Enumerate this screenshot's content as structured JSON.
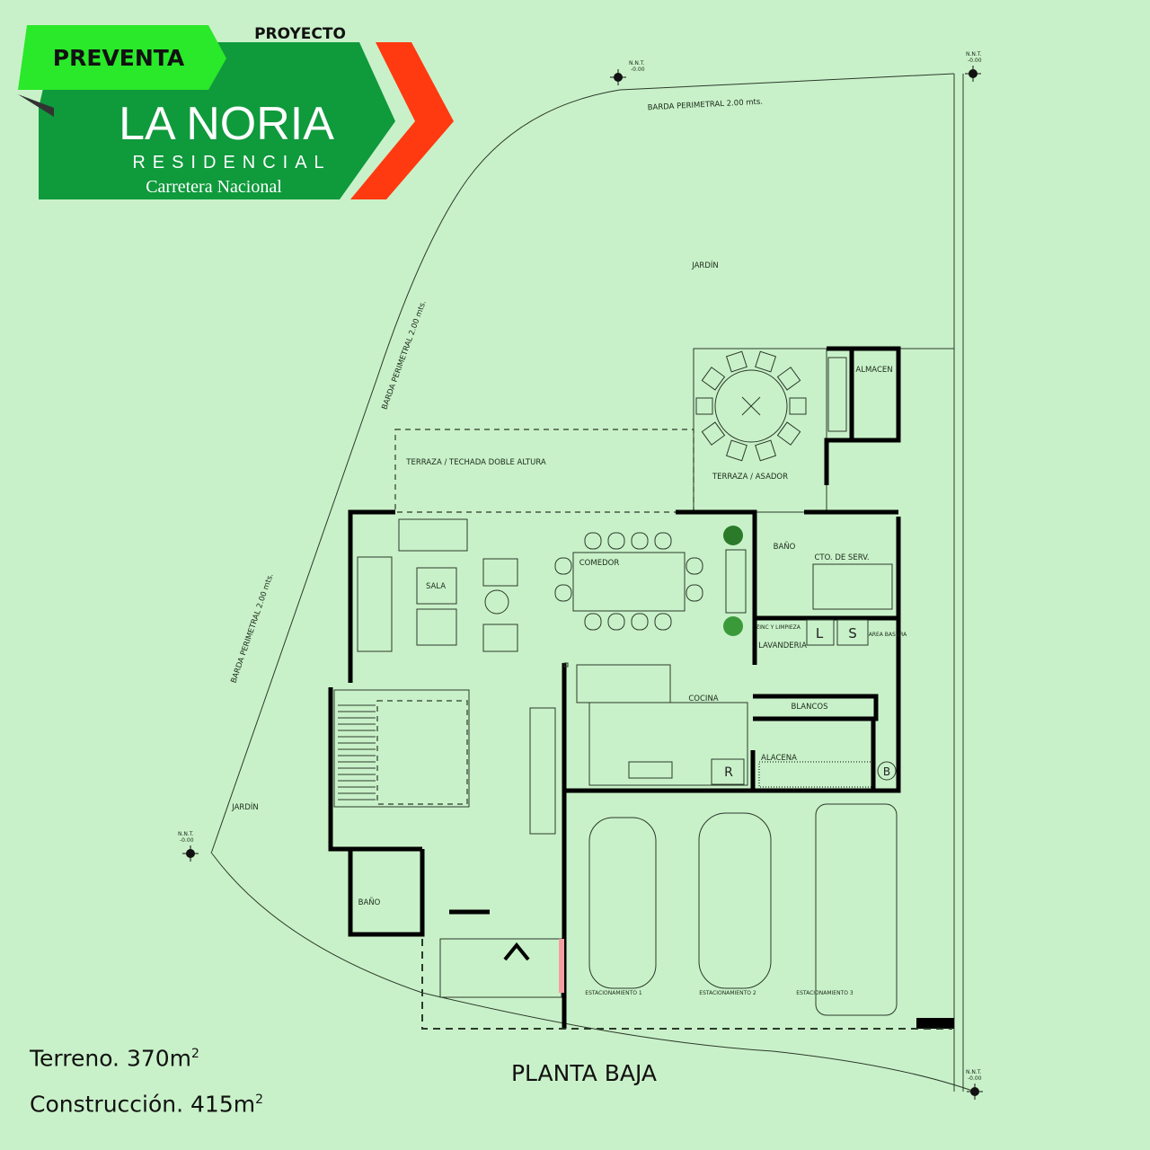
{
  "logo": {
    "preventa": "PREVENTA",
    "proyecto": "PROYECTO",
    "name": "LA NORIA",
    "subtitle": "RESIDENCIAL",
    "location": "Carretera Nacional",
    "colors": {
      "light_green": "#22e022",
      "dark_green": "#0f9a3c",
      "red": "#ff2a10"
    }
  },
  "plan": {
    "title": "PLANTA BAJA",
    "garden_top": "JARDÍN",
    "garden_left": "JARDÍN",
    "barda_top": "BARDA PERIMETRAL 2.00 mts.",
    "barda_left_upper": "BARDA PERIMETRAL 2.00 mts.",
    "barda_left_lower": "BARDA PERIMETRAL 2.00 mts.",
    "nnt_label": "N.N.T.",
    "nnt_value": "-0.00",
    "rooms": {
      "terraza_techada": "TERRAZA / TECHADA DOBLE ALTURA",
      "terraza_asador": "TERRAZA / ASADOR",
      "almacen": "ALMACEN",
      "bano_servicio": "BAÑO",
      "cuarto_servicio": "CTO. DE SERV.",
      "sala": "SALA",
      "comedor": "COMEDOR",
      "zinc": "ZINC Y LIMPIEZA",
      "lavadora": "L",
      "secadora": "S",
      "lavanderia": "LAVANDERIA",
      "area_basura": "AREA BASURA",
      "cocina": "COCINA",
      "blancos": "BLANCOS",
      "alacena": "ALACENA",
      "refrigerador": "R",
      "boiler": "B",
      "bano_visitas": "BAÑO",
      "estacionamiento_1": "ESTACIONAMIENTO 1",
      "estacionamiento_2": "ESTACIONAMIENTO 2",
      "estacionamiento_3": "ESTACIONAMIENTO 3"
    }
  },
  "areas": {
    "terreno_label": "Terreno. 370m",
    "construccion_label": "Construcción. 415m",
    "unit_exponent": "2"
  }
}
